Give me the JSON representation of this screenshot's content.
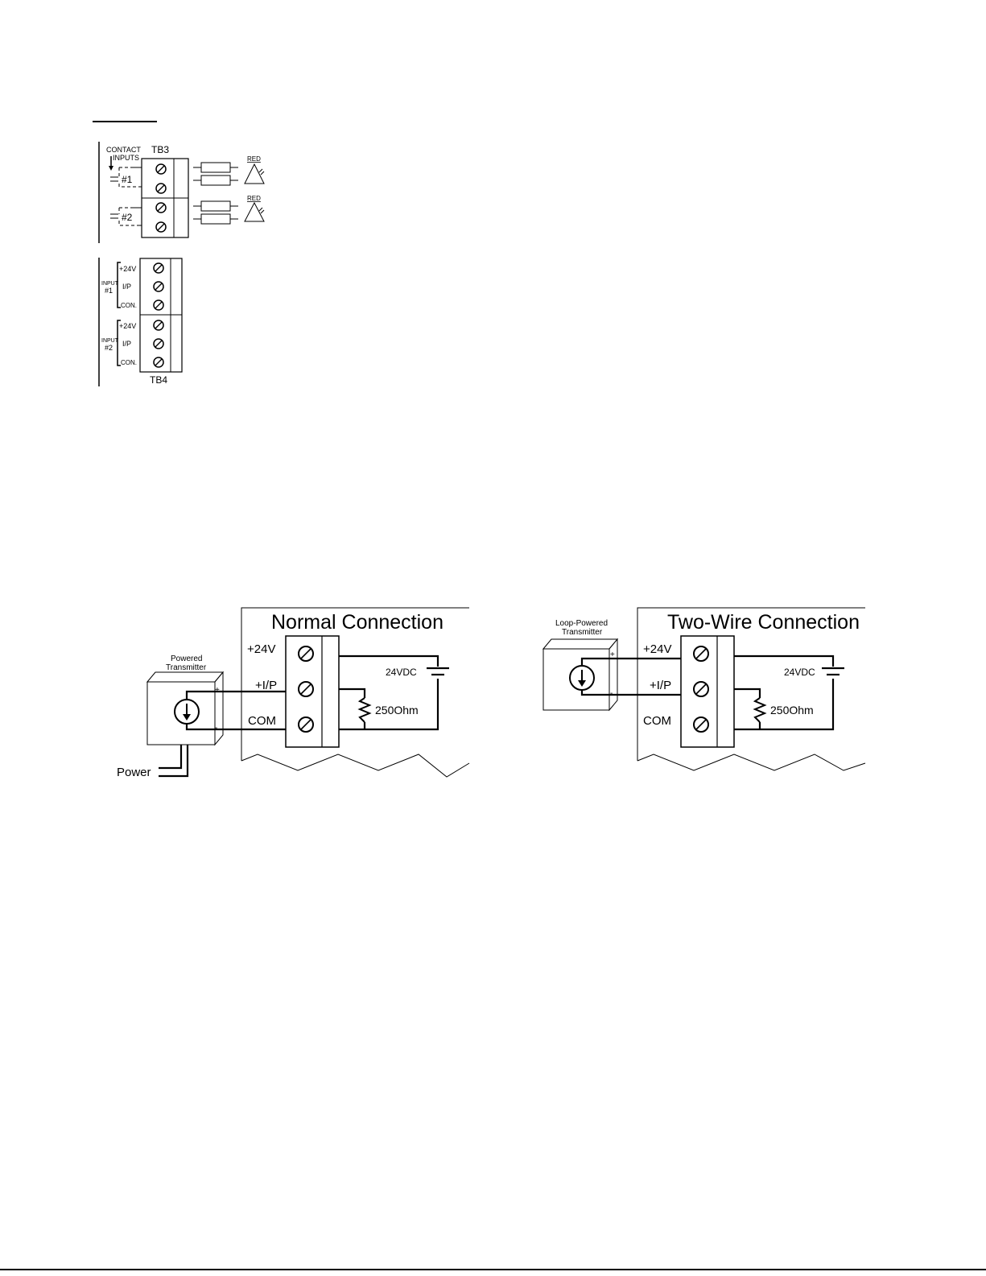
{
  "tb3": {
    "title": "TB3",
    "contact_inputs_line1": "CONTACT",
    "contact_inputs_line2": "INPUTS",
    "input1": "#1",
    "input2": "#2",
    "led1": "RED",
    "led2": "RED"
  },
  "tb4": {
    "title": "TB4",
    "group1_line1": "INPUT",
    "group1_line2": "#1",
    "group2_line1": "INPUT",
    "group2_line2": "#2",
    "terminals": [
      "+24V",
      "I/P",
      "CON.",
      "+24V",
      "I/P",
      "CON."
    ]
  },
  "normal_connection": {
    "title": "Normal Connection",
    "transmitter_line1": "Powered",
    "transmitter_line2": "Transmitter",
    "plus": "+",
    "minus": "-",
    "terminal_24v": "+24V",
    "terminal_ip": "+I/P",
    "terminal_com": "COM",
    "supply": "24VDC",
    "resistor": "250Ohm",
    "power": "Power"
  },
  "two_wire_connection": {
    "title": "Two-Wire Connection",
    "transmitter_line1": "Loop-Powered",
    "transmitter_line2": "Transmitter",
    "plus": "+",
    "minus": "-",
    "terminal_24v": "+24V",
    "terminal_ip": "+I/P",
    "terminal_com": "COM",
    "supply": "24VDC",
    "resistor": "250Ohm"
  }
}
